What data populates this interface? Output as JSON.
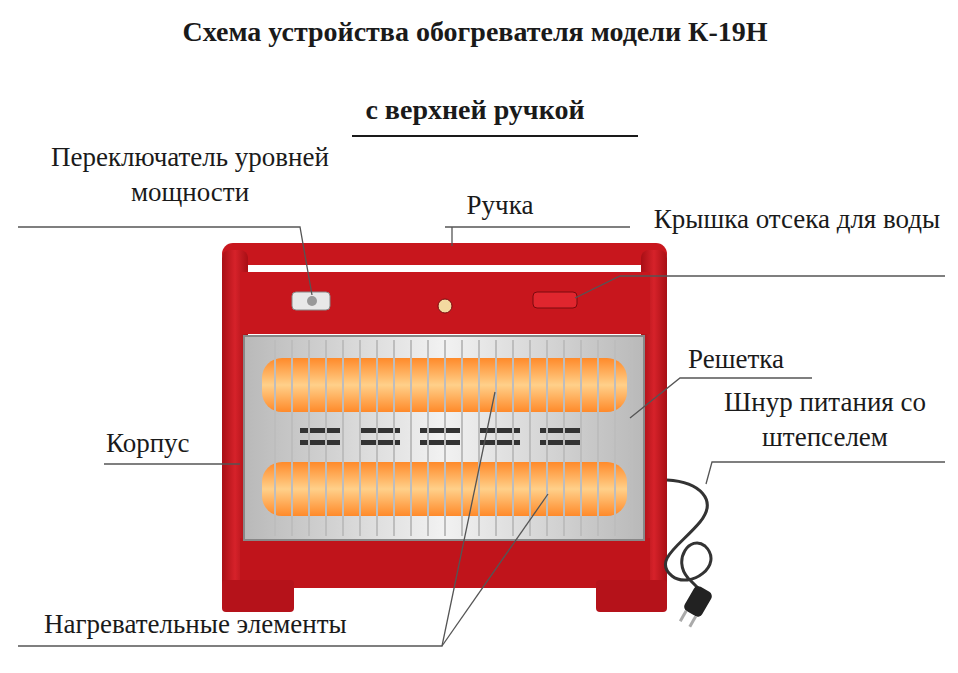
{
  "diagram": {
    "title": "Схема устройства обогревателя модели К-19Н",
    "labels": [
      "с верхней ручкой",
      "Переключатель уровней мощности",
      "Ручка",
      "Крышка отсека для воды",
      "Решетка",
      "Шнур питания со штепселем",
      "Корпус",
      "Нагревательные элементы"
    ]
  }
}
